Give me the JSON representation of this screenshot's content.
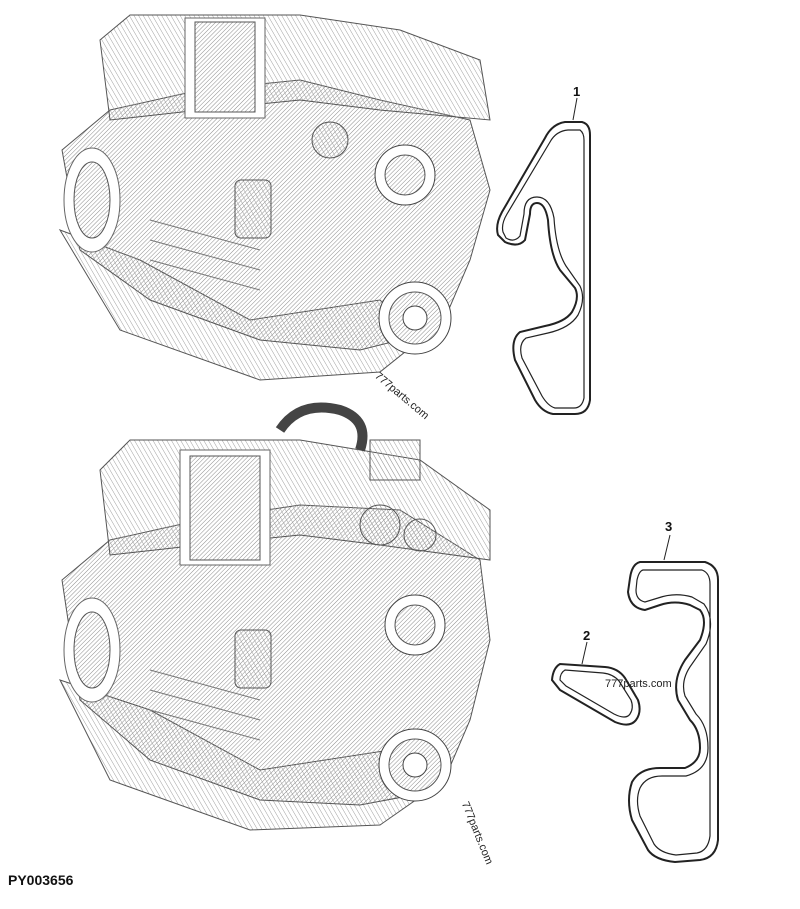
{
  "figure_id": "PY003656",
  "callouts": {
    "belt_top": "1",
    "belt_small": "2",
    "belt_large": "3"
  },
  "watermarks": [
    "777parts.com",
    "777parts.com",
    "777parts.com"
  ],
  "colors": {
    "line": "#222222",
    "hatch": "#9a9a9a",
    "background": "#ffffff"
  }
}
